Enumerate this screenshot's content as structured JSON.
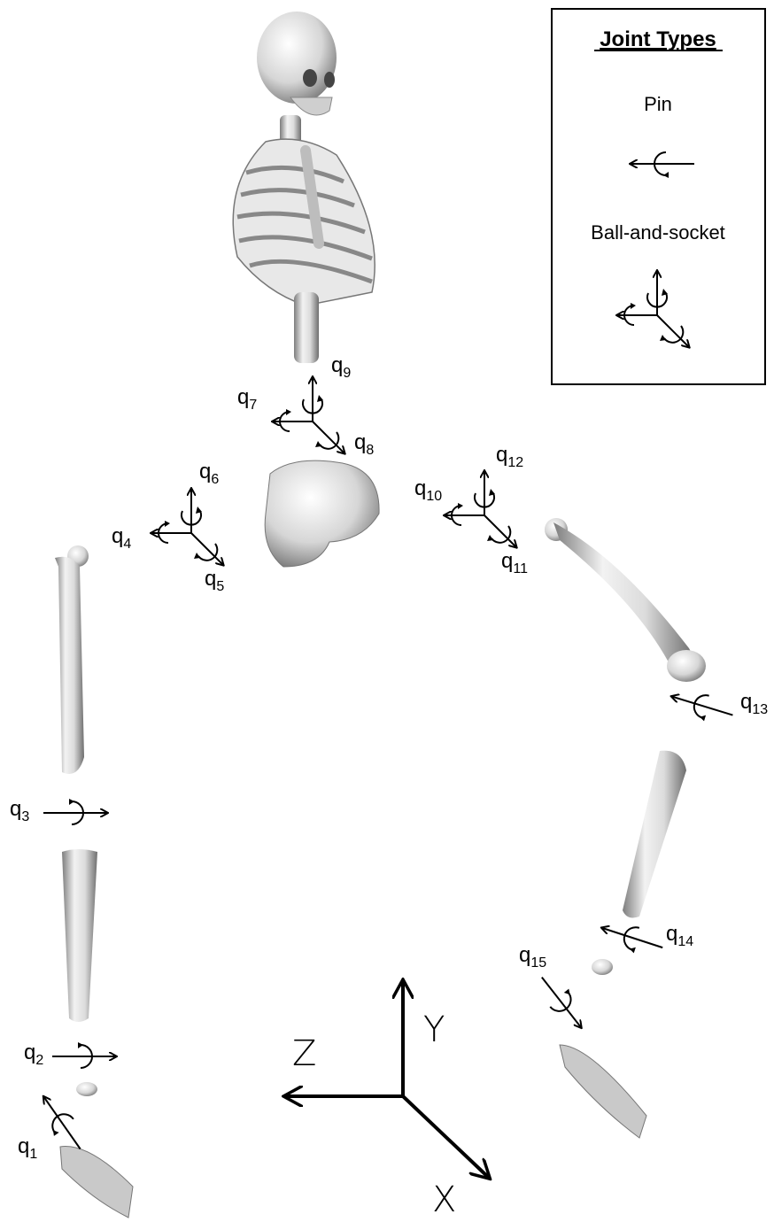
{
  "legend": {
    "title": "Joint Types",
    "pin_label": "Pin",
    "ball_label": "Ball-and-socket"
  },
  "joints": [
    {
      "id": "q1",
      "base": "q",
      "sub": "1",
      "type": "pin"
    },
    {
      "id": "q2",
      "base": "q",
      "sub": "2",
      "type": "pin"
    },
    {
      "id": "q3",
      "base": "q",
      "sub": "3",
      "type": "pin"
    },
    {
      "id": "q4",
      "base": "q",
      "sub": "4",
      "type": "ball-and-socket"
    },
    {
      "id": "q5",
      "base": "q",
      "sub": "5",
      "type": "ball-and-socket"
    },
    {
      "id": "q6",
      "base": "q",
      "sub": "6",
      "type": "ball-and-socket"
    },
    {
      "id": "q7",
      "base": "q",
      "sub": "7",
      "type": "ball-and-socket"
    },
    {
      "id": "q8",
      "base": "q",
      "sub": "8",
      "type": "ball-and-socket"
    },
    {
      "id": "q9",
      "base": "q",
      "sub": "9",
      "type": "ball-and-socket"
    },
    {
      "id": "q10",
      "base": "q",
      "sub": "10",
      "type": "ball-and-socket"
    },
    {
      "id": "q11",
      "base": "q",
      "sub": "11",
      "type": "ball-and-socket"
    },
    {
      "id": "q12",
      "base": "q",
      "sub": "12",
      "type": "ball-and-socket"
    },
    {
      "id": "q13",
      "base": "q",
      "sub": "13",
      "type": "pin"
    },
    {
      "id": "q14",
      "base": "q",
      "sub": "14",
      "type": "pin"
    },
    {
      "id": "q15",
      "base": "q",
      "sub": "15",
      "type": "pin"
    }
  ],
  "axes": {
    "x": "X",
    "y": "Y",
    "z": "Z"
  },
  "colors": {
    "bone_light": "#f4f4f4",
    "bone_dark": "#8a8a8a",
    "ink": "#000000"
  }
}
